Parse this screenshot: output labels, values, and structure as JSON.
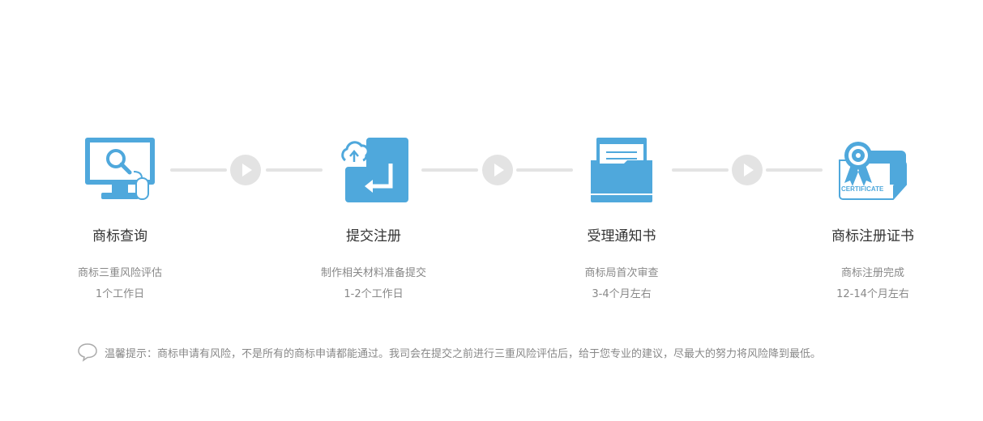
{
  "steps": [
    {
      "title": "商标查询",
      "sub": "商标三重风险评估",
      "time": "1个工作日",
      "icon": "monitor-search-icon"
    },
    {
      "title": "提交注册",
      "sub": "制作相关材料准备提交",
      "time": "1-2个工作日",
      "icon": "cloud-upload-submit-icon"
    },
    {
      "title": "受理通知书",
      "sub": "商标局首次审查",
      "time": "3-4个月左右",
      "icon": "folder-document-icon"
    },
    {
      "title": "商标注册证书",
      "sub": "商标注册完成",
      "time": "12-14个月左右",
      "icon": "certificate-icon",
      "icon_text": "CERTIFICATE"
    }
  ],
  "tip": "温馨提示：商标申请有风险，不是所有的商标申请都能通过。我司会在提交之前进行三重风险评估后，给于您专业的建议，尽最大的努力将风险降到最低。",
  "colors": {
    "accent": "#4fa8dc",
    "connector": "#e3e3e3",
    "text": "#333333",
    "muted": "#888888"
  }
}
